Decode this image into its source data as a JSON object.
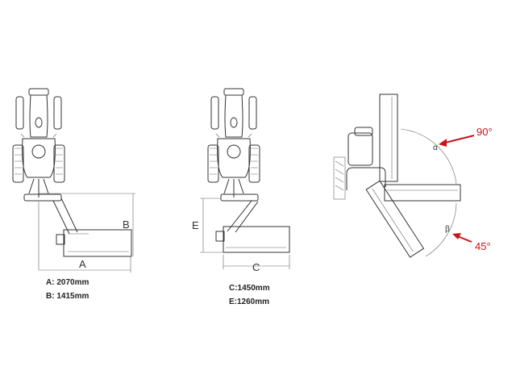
{
  "diagram1": {
    "label_a": "A",
    "label_b": "B",
    "spec_a": "A: 2070mm",
    "spec_b": "B: 1415mm"
  },
  "diagram2": {
    "label_c": "C",
    "label_e": "E",
    "spec_c": "C:1450mm",
    "spec_e": "E:1260mm"
  },
  "diagram3": {
    "alpha": "α",
    "beta": "β",
    "angle_up": "90°",
    "angle_down": "45°",
    "accent_color": "#c8141c"
  }
}
